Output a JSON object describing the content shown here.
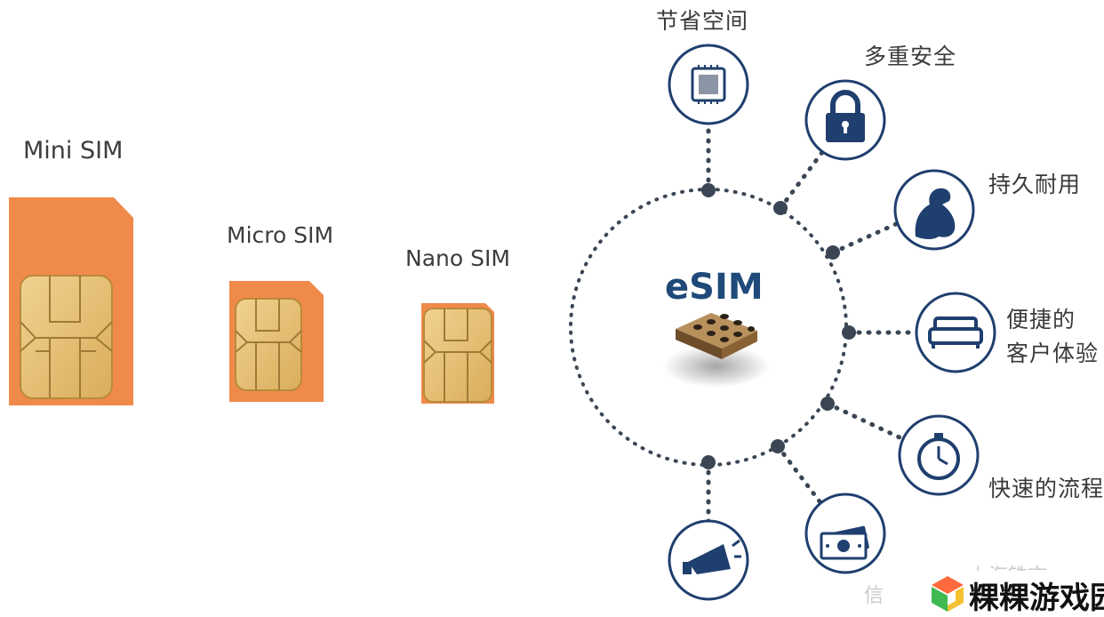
{
  "sim_cards": {
    "mini": "Mini SIM",
    "micro": "Micro SIM",
    "nano": "Nano SIM"
  },
  "center": {
    "title": "eSIM"
  },
  "features": {
    "space": "节省空间",
    "security": "多重安全",
    "durable": "持久耐用",
    "experience_line1": "便捷的",
    "experience_line2": "客户体验",
    "fast": "快速的流程"
  },
  "icons": {
    "space": "chip-icon",
    "security": "lock-icon",
    "durable": "muscle-arm-icon",
    "experience": "sofa-icon",
    "fast": "stopwatch-icon",
    "cost": "money-bill-icon",
    "marketing": "megaphone-icon"
  },
  "watermark": {
    "source": "上海铁言",
    "source_prefix": "信"
  },
  "brand": {
    "name": "粿粿游戏园"
  },
  "colors": {
    "sim_orange": "#f08a4b",
    "chip_gold": "#e6c277",
    "navy": "#1f3f6e",
    "dot": "#3b4654"
  }
}
